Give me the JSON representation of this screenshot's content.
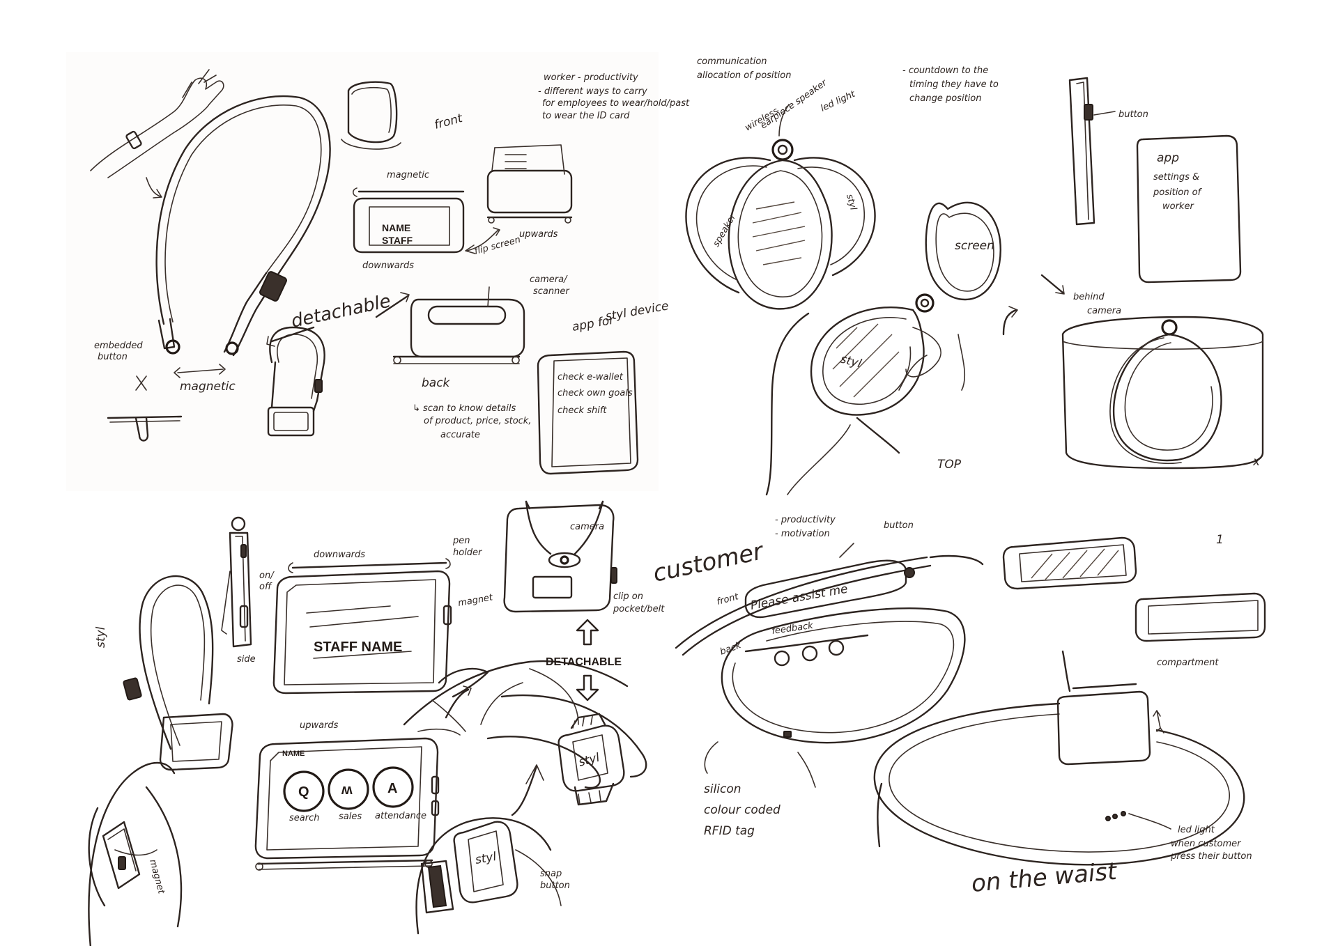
{
  "colors": {
    "paper": "#fdfcfb",
    "ink": "#2d2420"
  },
  "panel_tl": {
    "note_header": "worker - productivity",
    "note_carry_1": "- different ways to carry",
    "note_carry_2": "for employees to wear/hold/past",
    "note_carry_3": "to wear the ID card",
    "label_front": "front",
    "label_magnetic_top": "magnetic",
    "label_upwards": "upwards",
    "label_name": "NAME",
    "label_staff": "STAFF",
    "label_downwards": "downwards",
    "label_flip_screen": "flip screen",
    "label_detachable": "detachable",
    "label_camera_1": "camera/",
    "label_camera_2": "scanner",
    "label_embedded_1": "embedded",
    "label_embedded_2": "button",
    "label_magnetic_bottom": "magnetic",
    "label_back": "back",
    "note_scan_1": "↳ scan to know details",
    "note_scan_2": "of product, price, stock,",
    "note_scan_3": "accurate",
    "label_app_1": "app for",
    "label_app_2": "styl device",
    "app_line_1": "check e-wallet",
    "app_line_2": "check own goals",
    "app_line_3": "check shift"
  },
  "panel_tr": {
    "note_comm_1": "communication",
    "note_comm_2": "allocation of position",
    "note_countdown_1": "- countdown to the",
    "note_countdown_2": "timing they have to",
    "note_countdown_3": "change position",
    "label_wireless_1": "wireless",
    "label_wireless_2": "earpiece speaker",
    "label_led": "led light",
    "label_speaker": "speaker",
    "label_styl_side": "styl",
    "label_screen": "screen",
    "label_styl_center": "styl",
    "label_button": "button",
    "app_card_1": "app",
    "app_card_2": "settings &",
    "app_card_3": "position of",
    "app_card_4": "worker",
    "label_behind_1": "behind",
    "label_behind_2": "camera",
    "label_top": "TOP",
    "mark_x": "x"
  },
  "panel_bl": {
    "label_downwards": "downwards",
    "label_pen_1": "pen",
    "label_pen_2": "holder",
    "label_camera": "camera",
    "label_on_off_1": "on/",
    "label_on_off_2": "off",
    "label_magnet_top": "magnet",
    "label_clip_1": "clip on",
    "label_clip_2": "pocket/belt",
    "label_styl_strap": "styl",
    "label_staff_name": "STAFF NAME",
    "label_side": "side",
    "label_detachable": "DETACHABLE",
    "label_upwards": "upwards",
    "label_name": "NAME",
    "btn_search": "search",
    "btn_sales": "sales",
    "btn_attendance": "attendance",
    "glyph_search": "Q",
    "glyph_sales": "ʍ",
    "glyph_attendance": "A",
    "label_styl_watch": "styl",
    "label_magnet_bottom": "magnet",
    "label_styl_wrist": "styl",
    "label_snap_1": "snap",
    "label_snap_2": "button"
  },
  "panel_br": {
    "label_customer": "customer",
    "note_prod_1": "- productivity",
    "note_prod_2": "- motivation",
    "label_button": "button",
    "label_front": "front",
    "band_text": "Please assist me",
    "label_feedback": "feedback",
    "label_back": "back",
    "note_silicon_1": "silicon",
    "note_silicon_2": "colour coded",
    "note_silicon_3": "RFID tag",
    "label_compartment": "compartment",
    "label_led_1": "led light",
    "label_led_2": "when customer",
    "label_led_3": "press their button",
    "label_waist": "on the waist",
    "mark_one": "1"
  }
}
